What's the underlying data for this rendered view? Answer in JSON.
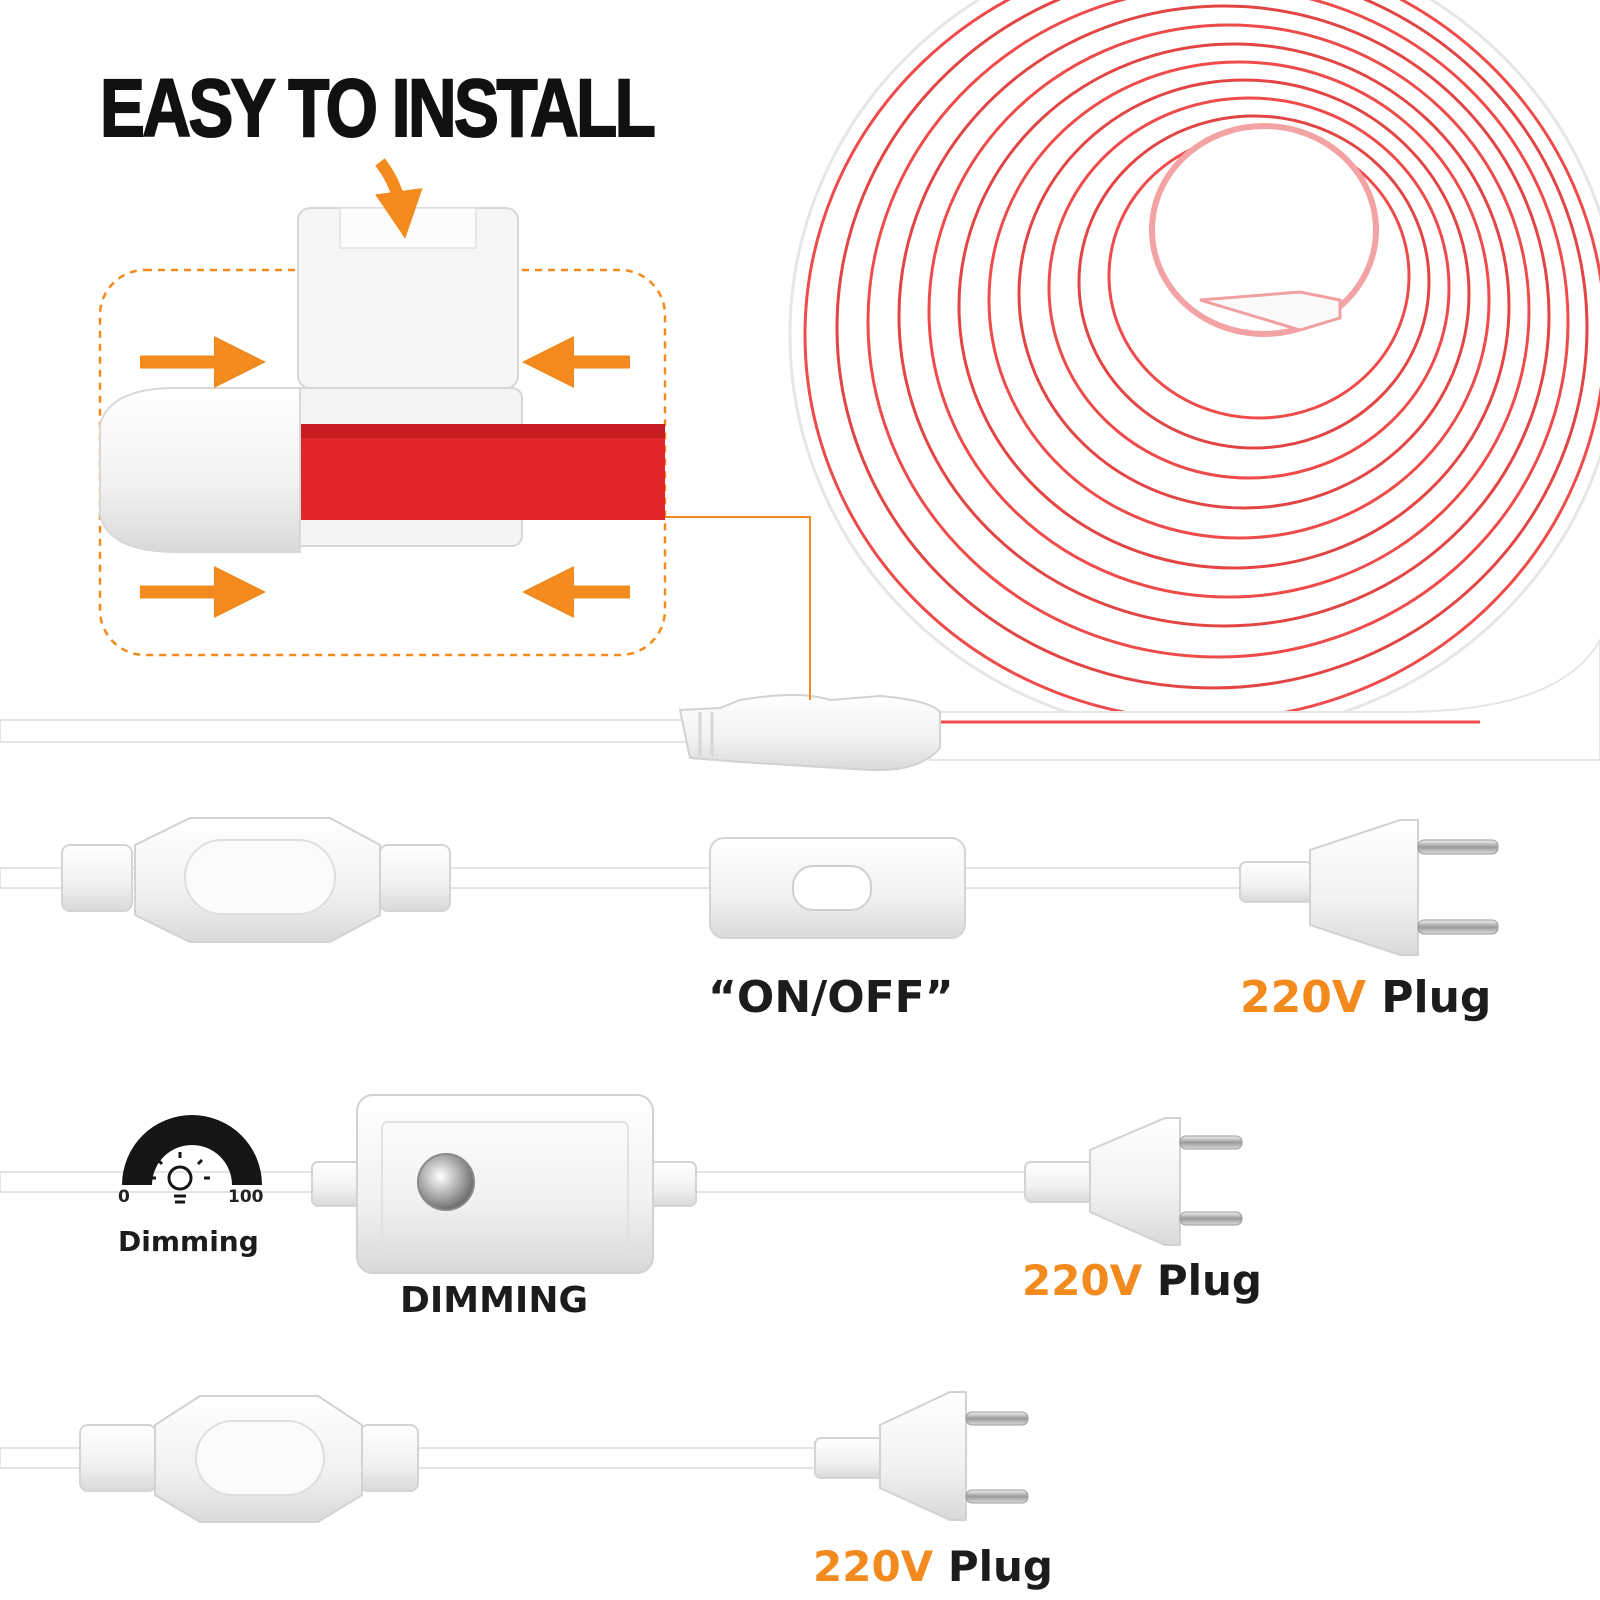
{
  "headline": "EASY TO INSTALL",
  "switch_label": "“ON/OFF”",
  "dimmer_label": "DIMMING",
  "dimming_caption": "Dimming",
  "dimming_scale": {
    "min": "0",
    "max": "100"
  },
  "plugs": [
    {
      "voltage": "220V",
      "word": "Plug"
    },
    {
      "voltage": "220V",
      "word": "Plug"
    },
    {
      "voltage": "220V",
      "word": "Plug"
    }
  ],
  "colors": {
    "accent": "#f28a1e",
    "strip_red": "#e0262b",
    "cable": "#ffffff",
    "text": "#1c1c1c"
  },
  "icons": [
    "right-arrow-icon",
    "left-arrow-icon",
    "down-arrow-icon",
    "bulb-icon",
    "dimmer-knob-icon",
    "eu-plug-icon",
    "rocker-switch-icon"
  ]
}
